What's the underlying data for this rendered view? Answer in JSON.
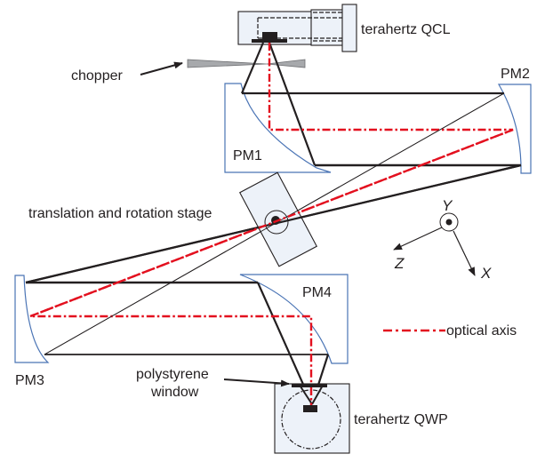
{
  "labels": {
    "qcl": "terahertz  QCL",
    "chopper": "chopper",
    "pm1": "PM1",
    "pm2": "PM2",
    "pm3": "PM3",
    "pm4": "PM4",
    "stage": "translation and rotation stage",
    "polystyrene_line1": "polystyrene",
    "polystyrene_line2": "window",
    "qwp": "terahertz QWP",
    "legend_optical_axis": "optical axis"
  },
  "axes": {
    "x": "X",
    "y": "Y",
    "z": "Z"
  },
  "colors": {
    "optical_axis": "#e3101f",
    "mirror_outline": "#4a74b5",
    "component_fill": "#edf2f9",
    "beam": "#231f20"
  }
}
